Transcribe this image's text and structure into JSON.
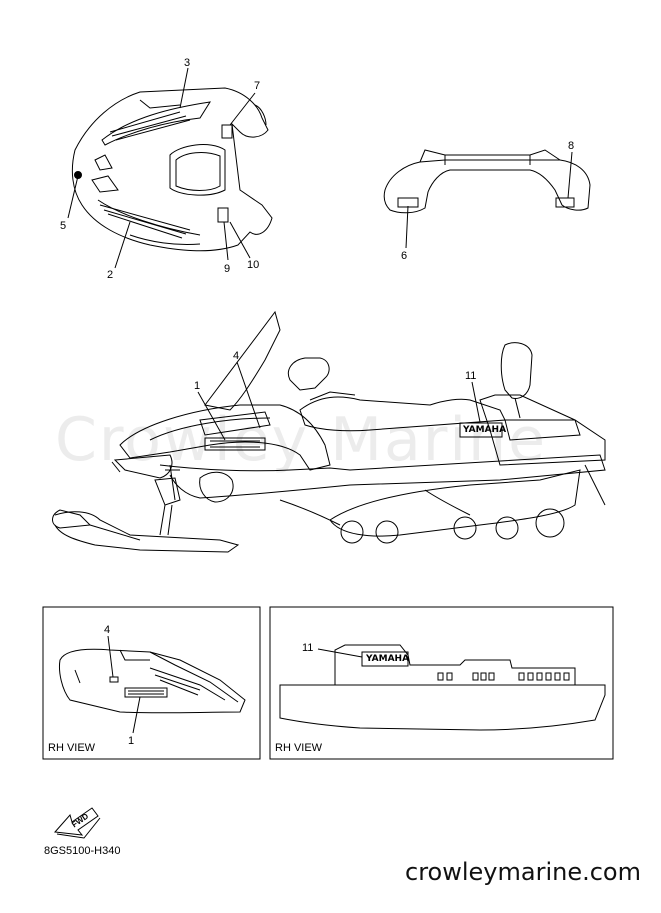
{
  "watermark": "Crowley Marine",
  "callouts": {
    "c1": "1",
    "c2": "2",
    "c3": "3",
    "c4": "4",
    "c5": "5",
    "c6": "6",
    "c7": "7",
    "c8": "8",
    "c9": "9",
    "c10": "10",
    "c11": "11",
    "inset_left_4": "4",
    "inset_left_1": "1",
    "inset_right_11": "11"
  },
  "insets": {
    "left_view_label": "RH VIEW",
    "right_view_label": "RH VIEW"
  },
  "decal_text": {
    "yamaha_side": "YAMAHA",
    "yamaha_inset": "YAMAHA"
  },
  "fwd_label": "FWD",
  "diagram_code": "8GS5100-H340",
  "site": "crowleymarine.com"
}
